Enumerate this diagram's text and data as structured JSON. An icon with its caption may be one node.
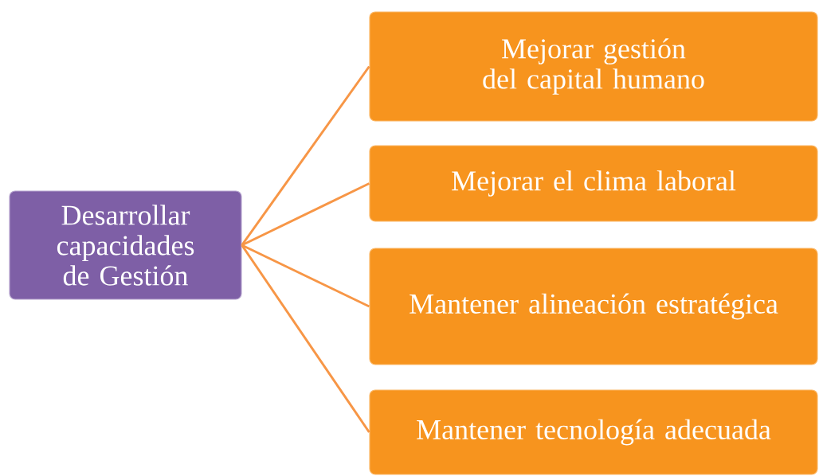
{
  "diagram": {
    "nodes": [
      {
        "text": [
          "Desarrollar capacidades de Gestión"
        ]
      },
      {
        "text": [
          "Mejorar gestión del capital humano"
        ]
      },
      {
        "text": [
          "Mejorar el clima laboral"
        ]
      },
      {
        "text": [
          "Mantener alineación estratégica"
        ]
      },
      {
        "text": [
          "Mantener tecnología adecuada"
        ]
      }
    ],
    "edges": [
      {
        "from": 0,
        "to": 1,
        "arrow": "none"
      },
      {
        "from": 0,
        "to": 2,
        "arrow": "none"
      },
      {
        "from": 0,
        "to": 3,
        "arrow": "none"
      },
      {
        "from": 0,
        "to": 4,
        "arrow": "none"
      }
    ]
  }
}
